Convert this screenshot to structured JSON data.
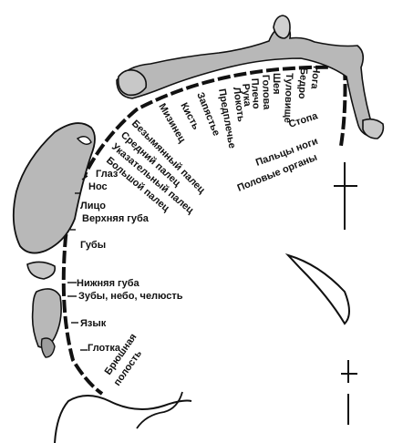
{
  "diagram": {
    "labels": {
      "wrist": "Запястье",
      "hand": "Кисть",
      "little_finger": "Мизинец",
      "ring_finger": "Безымянный палец",
      "middle_finger": "Средний палец",
      "index_finger": "Указательный палец",
      "thumb": "Большой палец",
      "eye": "Глаз",
      "nose": "Нос",
      "face": "Лицо",
      "upper_lip": "Верхняя губа",
      "lips": "Губы",
      "lower_lip": "Нижняя губа",
      "teeth": "Зубы, небо, челюсть",
      "tongue": "Язык",
      "pharynx": "Глотка",
      "abdominal_1": "Брюшная",
      "abdominal_2": "полость",
      "forearm": "Предплечье",
      "elbow": "Локоть",
      "arm": "Рука",
      "shoulder": "Плечо",
      "head": "Голова",
      "neck": "Шея",
      "trunk": "Туловище",
      "thigh": "Бедро",
      "leg": "Нога",
      "foot": "Стопа",
      "toes": "Пальцы ноги",
      "genitals": "Половые органы"
    },
    "colors": {
      "ink": "#111111",
      "figure_fill": "#b8b8b8"
    }
  }
}
